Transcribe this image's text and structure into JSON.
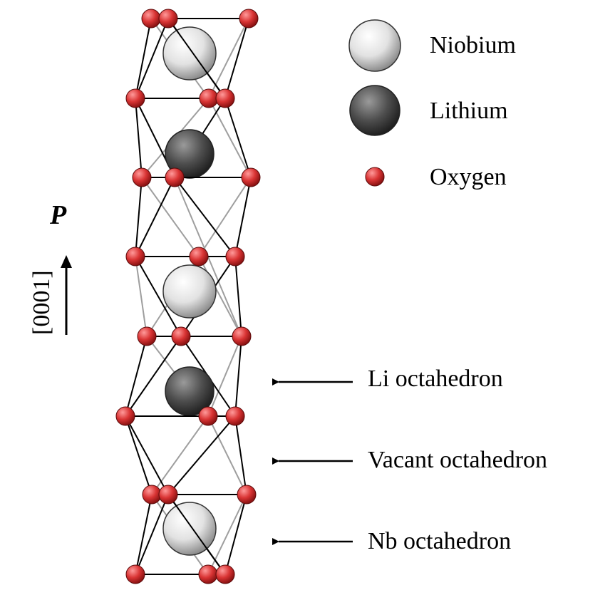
{
  "legend": {
    "niobium": "Niobium",
    "lithium": "Lithium",
    "oxygen": "Oxygen"
  },
  "labels": {
    "polarization": "P",
    "direction": "[0001]",
    "li_octahedron": "Li octahedron",
    "vacant_octahedron": "Vacant octahedron",
    "nb_octahedron": "Nb octahedron"
  },
  "colors": {
    "niobium": "#e8e8e8",
    "lithium": "#555555",
    "oxygen": "#d83a3a",
    "bond_front": "#000000",
    "bond_back": "#9a9a9a"
  }
}
